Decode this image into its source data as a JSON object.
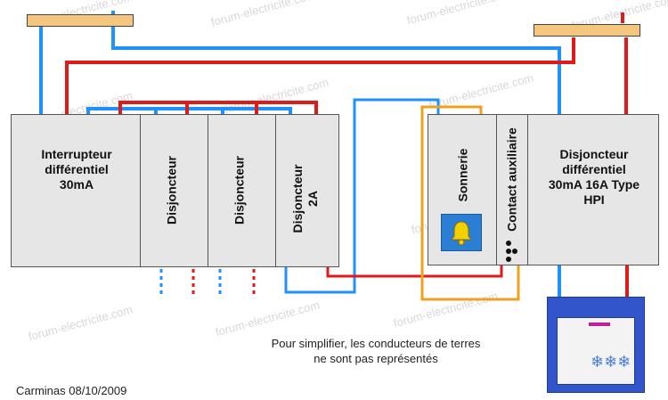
{
  "watermark": "forum-electricite.com",
  "modules": {
    "interrupteur": "Interrupteur différentiel 30mA",
    "disjoncteur_1": "Disjoncteur",
    "disjoncteur_2": "Disjoncteur",
    "disjoncteur_2a_line1": "Disjoncteur",
    "disjoncteur_2a_line2": "2A",
    "sonnerie": "Sonnerie",
    "contact_auxiliaire": "Contact auxiliaire",
    "disjoncteur_diff": "Disjoncteur différentiel 30mA 16A Type HPI"
  },
  "note": "Pour simplifier, les conducteurs de terres ne sont pas représentés",
  "credit": "Carminas 08/10/2009",
  "freezer_symbol": "❄❄❄",
  "bell_symbol": "🔔",
  "colors": {
    "phase": "#e01919",
    "neutral": "#1e90ff",
    "signal": "#f0a020",
    "busbar": "#f5c77e",
    "module": "#e6e6e6",
    "freezer": "#3355cc",
    "bell_bg": "#2a7fd4",
    "bell": "#f3d000"
  }
}
